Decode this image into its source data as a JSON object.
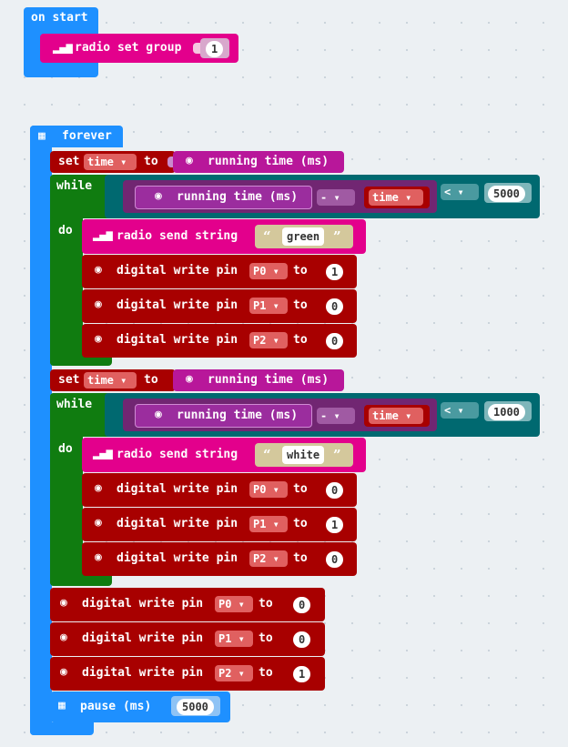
{
  "on_start": {
    "label": "on start",
    "radio_set_group": "radio set group",
    "group_value": "1"
  },
  "forever": {
    "label": "forever"
  },
  "words": {
    "set": "set",
    "to": "to",
    "while": "while",
    "do": "do",
    "running_time": "running time (ms)",
    "minus": "-",
    "lt": "<",
    "dw": "digital write pin",
    "rss": "radio send string",
    "pause": "pause (ms)",
    "var_time": "time"
  },
  "pins": {
    "p0": "P0",
    "p1": "P1",
    "p2": "P2"
  },
  "loop1": {
    "limit": "5000",
    "string": "green",
    "v0": "1",
    "v1": "0",
    "v2": "0"
  },
  "loop2": {
    "limit": "1000",
    "string": "white",
    "v0": "0",
    "v1": "1",
    "v2": "0"
  },
  "tail": {
    "v0": "0",
    "v1": "0",
    "v2": "1",
    "pause_value": "5000"
  },
  "colors": {
    "basic": "#1e90ff",
    "radio": "#e3008c",
    "pins": "#a80000",
    "variables": "#a80000",
    "logic": "#006970",
    "math": "#712672",
    "loops": "#107c10",
    "workspace": "#ecf0f3"
  },
  "icons": {
    "radio": "signal-bars-icon",
    "basic": "grid-icon",
    "input": "target-icon",
    "pins": "pin-icon",
    "dropdown": "triangle-down-icon"
  }
}
